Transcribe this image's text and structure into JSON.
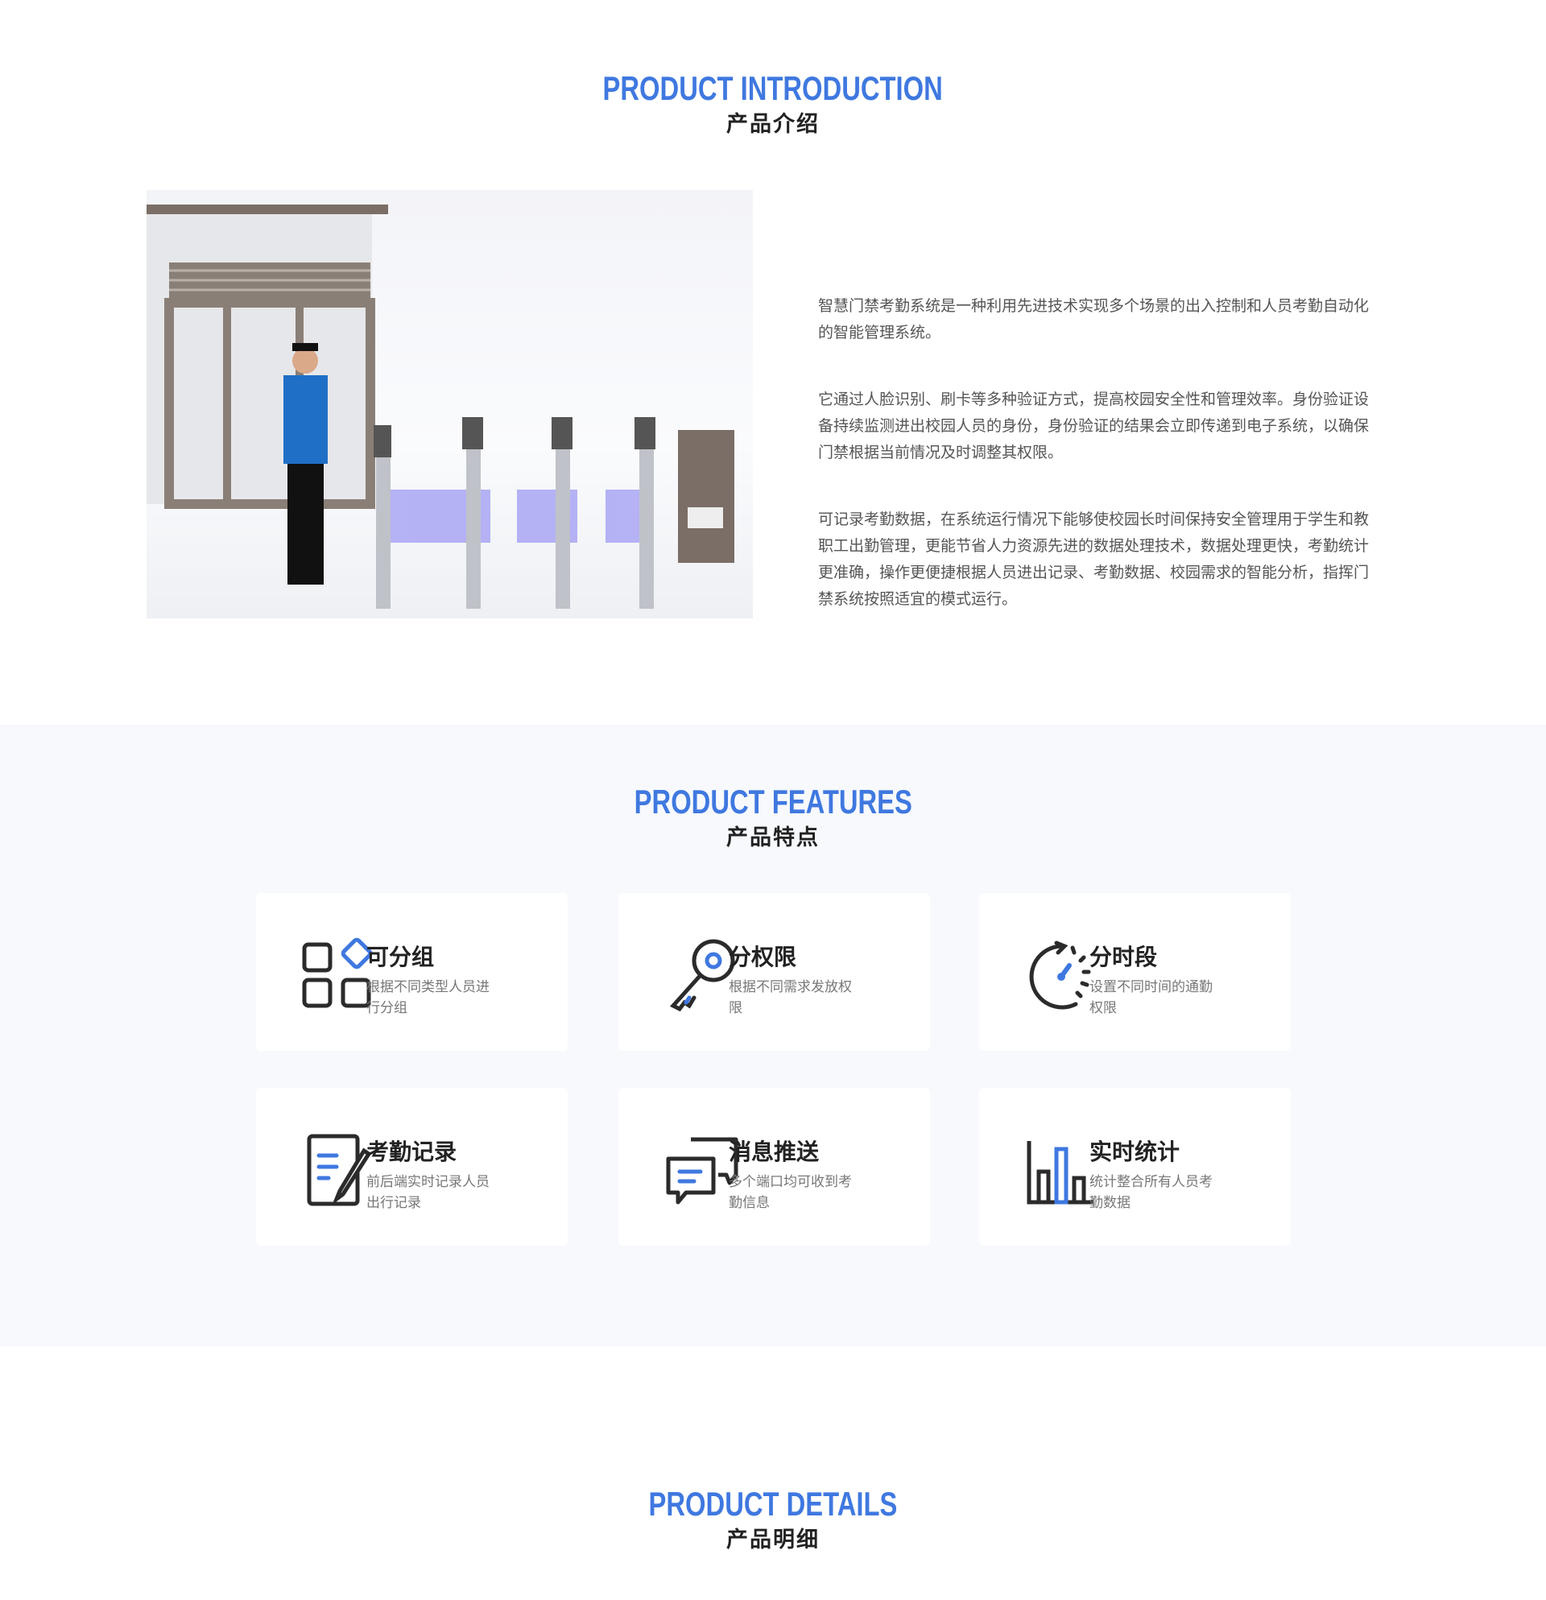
{
  "intro": {
    "title_en": "PRODUCT INTRODUCTION",
    "title_cn": "产品介绍",
    "paragraphs": [
      "智慧门禁考勤系统是一种利用先进技术实现多个场景的出入控制和人员考勤自动化的智能管理系统。",
      "它通过人脸识别、刷卡等多种验证方式，提高校园安全性和管理效率。身份验证设备持续监测进出校园人员的身份，身份验证的结果会立即传递到电子系统，以确保门禁根据当前情况及时调整其权限。",
      "可记录考勤数据，在系统运行情况下能够使校园长时间保持安全管理用于学生和教职工出勤管理，更能节省人力资源先进的数据处理技术，数据处理更快，考勤统计更准确，操作更便捷根据人员进出记录、考勤数据、校园需求的智能分析，指挥门禁系统按照适宜的模式运行。"
    ]
  },
  "features": {
    "title_en": "PRODUCT FEATURES",
    "title_cn": "产品特点",
    "items": [
      {
        "icon": "grid-icon",
        "title": "可分组",
        "desc": "根据不同类型人员进行分组"
      },
      {
        "icon": "key-icon",
        "title": "分权限",
        "desc": "根据不同需求发放权限"
      },
      {
        "icon": "timer-icon",
        "title": "分时段",
        "desc": "设置不同时间的通勤权限"
      },
      {
        "icon": "edit-note-icon",
        "title": "考勤记录",
        "desc": "前后端实时记录人员出行记录"
      },
      {
        "icon": "chat-icon",
        "title": "消息推送",
        "desc": "多个端口均可收到考勤信息"
      },
      {
        "icon": "bar-chart-icon",
        "title": "实时统计",
        "desc": "统计整合所有人员考勤数据"
      }
    ]
  },
  "details": {
    "title_en": "PRODUCT DETAILS",
    "title_cn": "产品明细"
  },
  "colors": {
    "accent": "#3f78e0",
    "dark": "#2b2b2b",
    "section_bg": "#f7f9fd"
  }
}
